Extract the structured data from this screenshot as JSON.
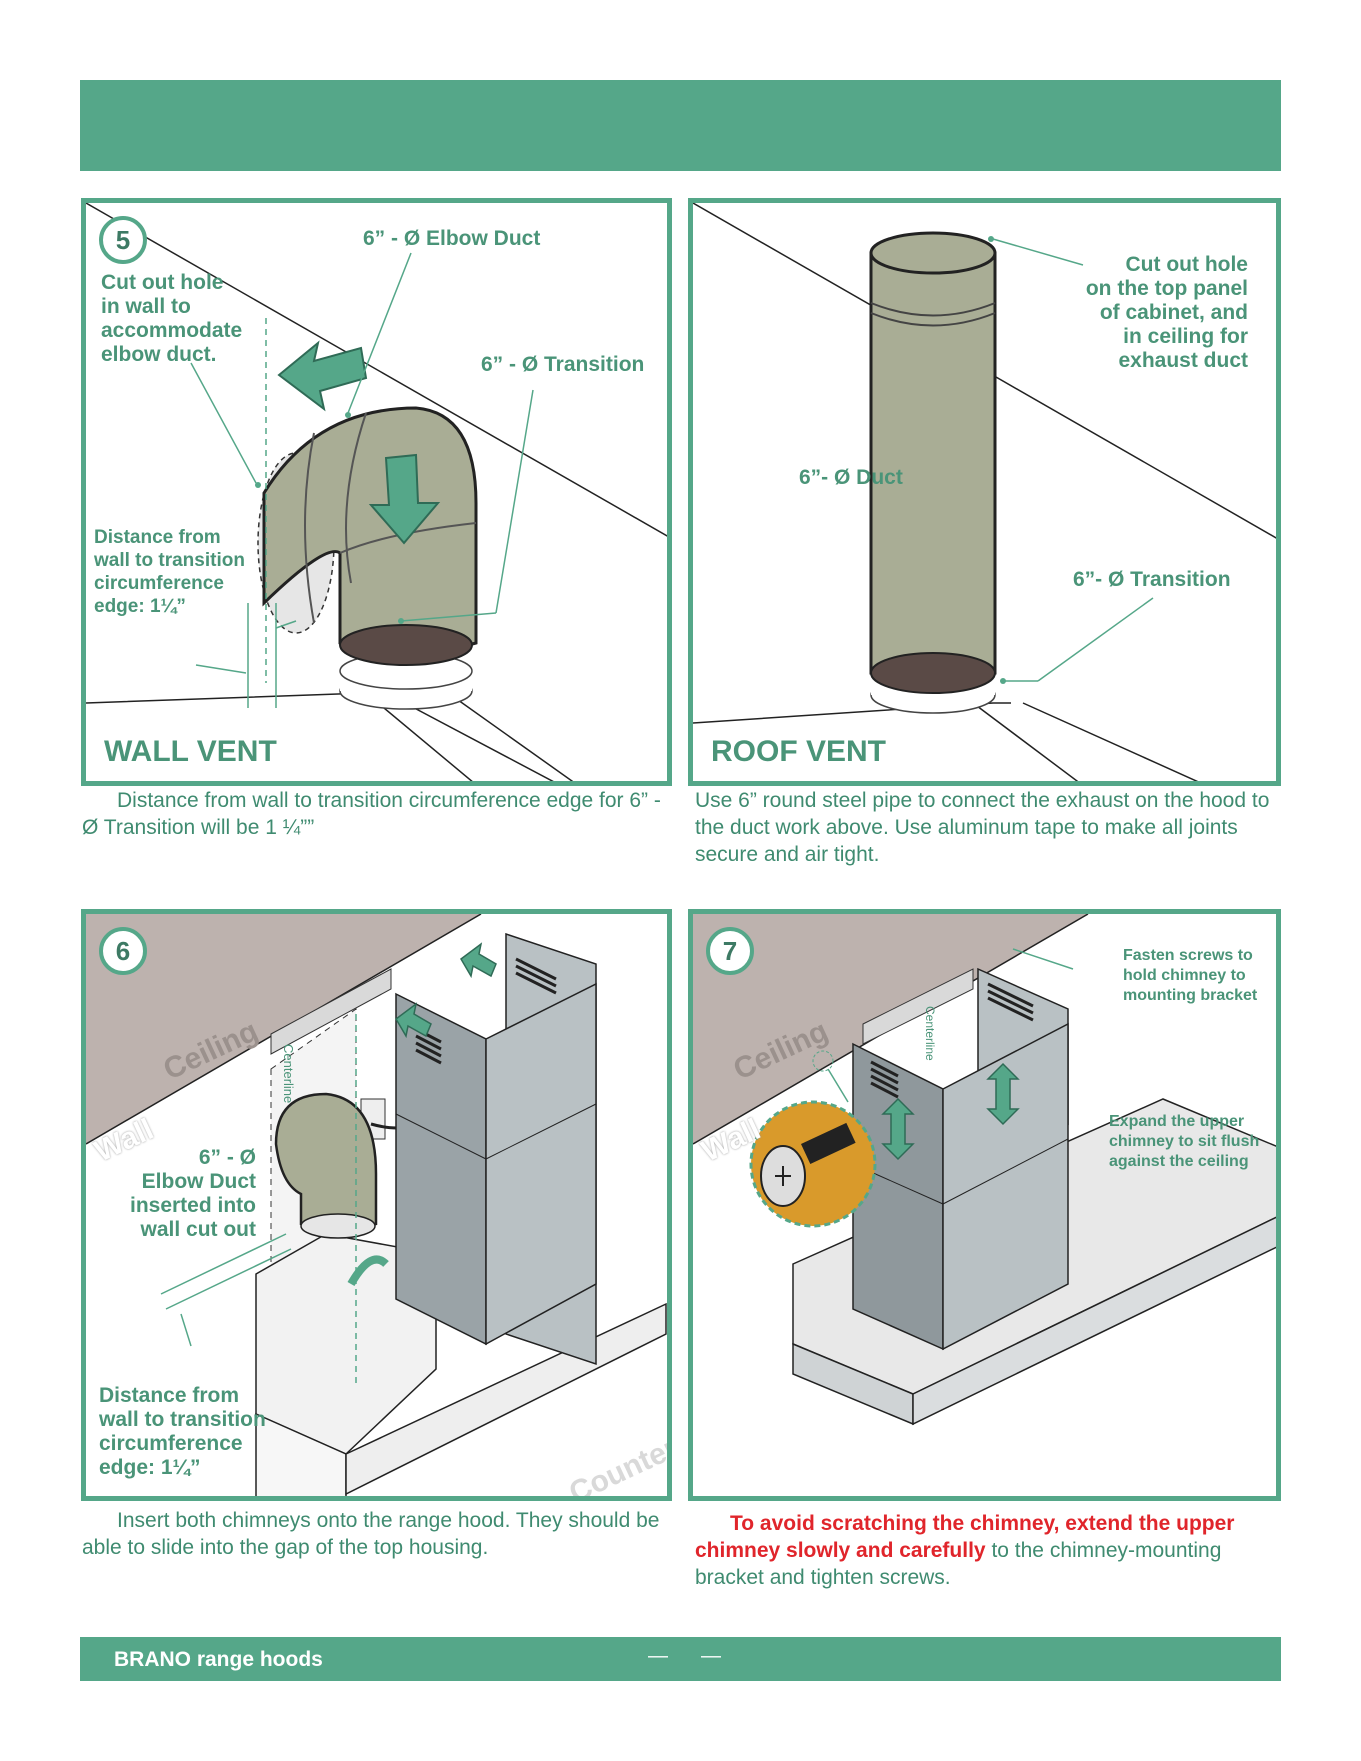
{
  "footer": {
    "brand": "BRANO range hoods",
    "dash_a": "—",
    "dash_b": "—"
  },
  "panel5": {
    "step": "5",
    "elbow_duct": "6” - Ø Elbow Duct",
    "transition": "6” - Ø Transition",
    "cut_out": "Cut out hole\nin wall to\naccommodate\nelbow duct.",
    "distance": "Distance from\nwall to transition\ncircumference\nedge: 1¼”",
    "title": "WALL VENT",
    "caption": "Distance from wall to transition circumference edge for 6” - Ø Transition will be 1 ¼””"
  },
  "panel_roof": {
    "cut_out": "Cut out hole\non the top panel\nof cabinet, and\nin ceiling for\nexhaust duct",
    "duct": "6”- Ø Duct",
    "transition": "6”- Ø Transition",
    "title": "ROOF VENT",
    "caption": "Use 6” round steel pipe to connect the exhaust on the hood to the duct work above. Use aluminum tape to make all joints secure and air tight."
  },
  "panel6": {
    "step": "6",
    "ceiling": "Ceiling",
    "wall": "Wall",
    "centerline": "Centerline",
    "elbow": "6” - Ø\nElbow Duct\ninserted into\nwall cut out",
    "distance": "Distance from\nwall to transition\ncircumference\nedge: 1¼”",
    "counter": "Counter",
    "caption": "Insert both chimneys onto the range hood.  They should be able to slide into the gap of the top housing."
  },
  "panel7": {
    "step": "7",
    "ceiling": "Ceiling",
    "wall": "Wall",
    "centerline": "Centerline",
    "fasten": "Fasten screws to\nhold chimney to\nmounting bracket",
    "expand": "Expand the upper\nchimney to sit flush\nagainst the ceiling",
    "caption_red": "To avoid scratching the chimney, extend the upper chimney slowly and carefully",
    "caption_rest": " to the chimney-mounting bracket and tighten screws."
  },
  "colors": {
    "brand_green": "#55a789",
    "label_green": "#4a9478",
    "duct": "#a9ad95",
    "ceiling": "#bdb2ae",
    "chimney": "#b9c1c4",
    "screw_badge": "#d99a2b",
    "warning_red": "#e0252b"
  }
}
